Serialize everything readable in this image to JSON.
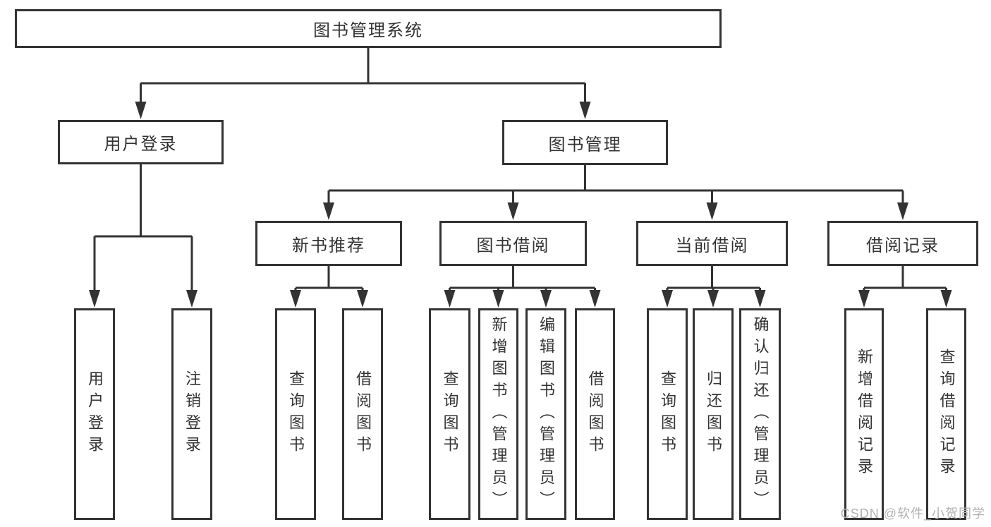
{
  "diagram": {
    "title": "图书管理系统",
    "level2": [
      "用户登录",
      "图书管理"
    ],
    "level3": [
      "新书推荐",
      "图书借阅",
      "当前借阅",
      "借阅记录"
    ],
    "leaves": {
      "user_login": [
        "用户登录",
        "注销登录"
      ],
      "new_book": [
        "查询图书",
        "借阅图书"
      ],
      "borrow": [
        "查询图书",
        "新增图书（管理员）",
        "编辑图书（管理员）",
        "借阅图书"
      ],
      "current": [
        "查询图书",
        "归还图书",
        "确认归还（管理员）"
      ],
      "records": [
        "新增借阅记录",
        "查询借阅记录"
      ]
    },
    "colors": {
      "line": "#333333",
      "text": "#333333",
      "watermark": "#b2b2b2",
      "background": "#ffffff"
    }
  },
  "watermark": {
    "text": "CSDN @软件_小贺同学"
  }
}
